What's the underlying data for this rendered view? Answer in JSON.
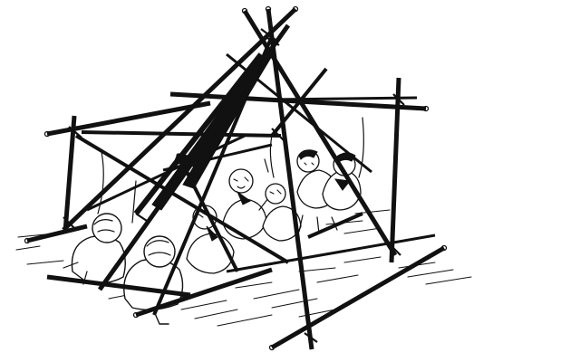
{
  "scene": {
    "style": "black-and-white line drawing",
    "palette": {
      "ink": "#111111",
      "paper": "#ffffff"
    },
    "subject_count": 7,
    "elements": [
      "lashed-pole-frame",
      "tripod-peak",
      "children-group",
      "ground-lines"
    ]
  }
}
